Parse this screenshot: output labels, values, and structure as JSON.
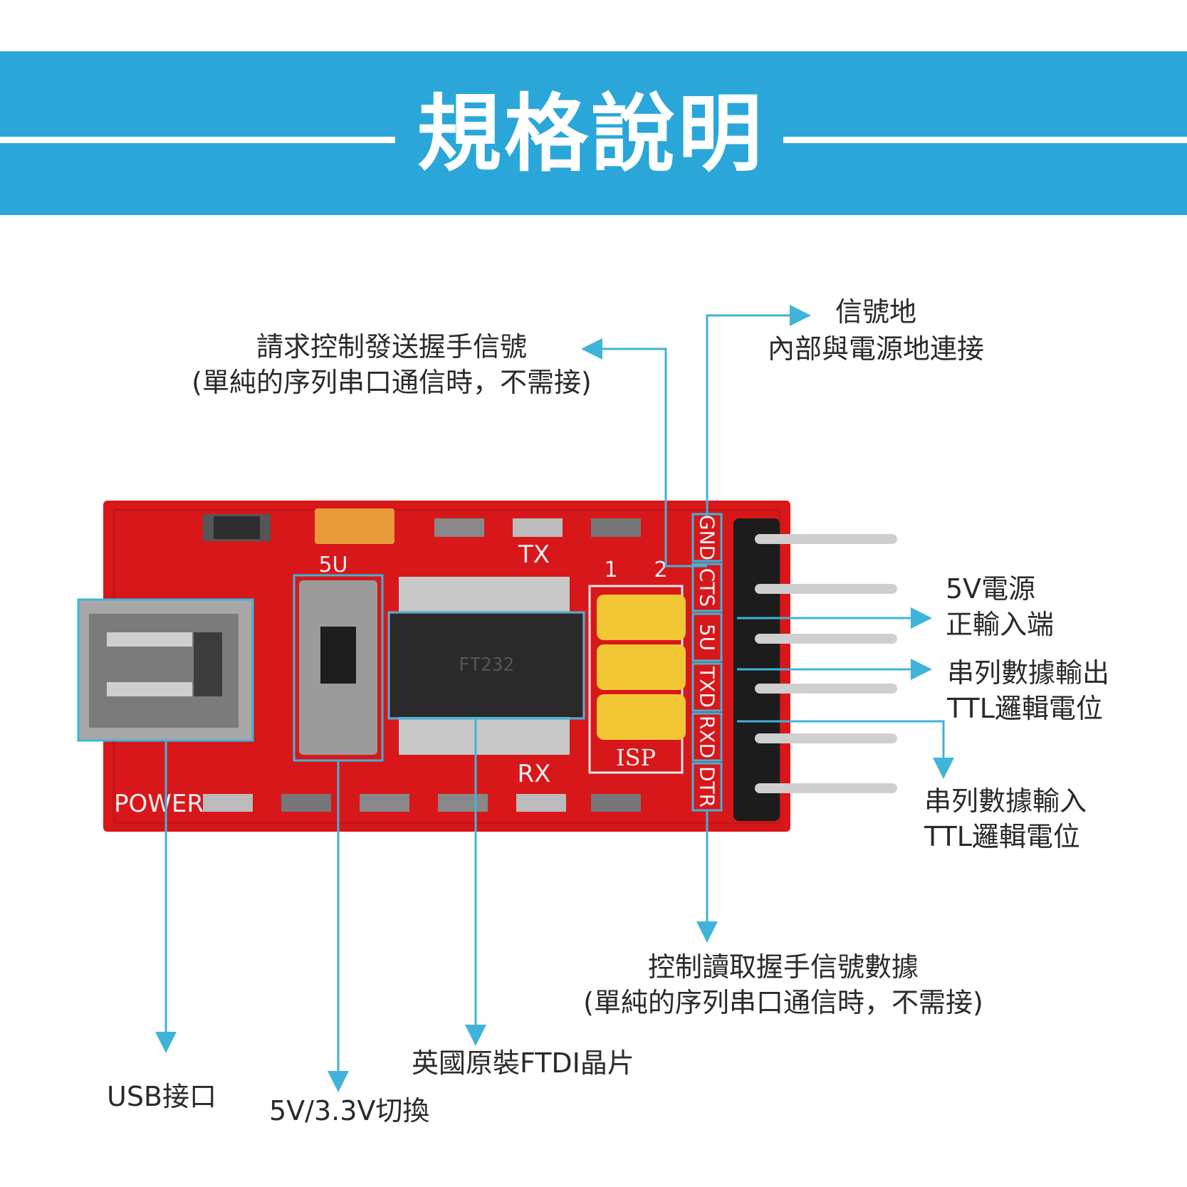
{
  "header": {
    "title": "規格說明"
  },
  "colors": {
    "banner": "#2aa7d8",
    "callout_line": "#3fb4d8",
    "pcb": "#d8171a",
    "text": "#2a2a2a"
  },
  "board": {
    "top_labels": {
      "tx": "TX",
      "rx": "RX",
      "five_v": "5U",
      "power": "POWER",
      "isp": "ISP",
      "jumper_1": "1",
      "jumper_2": "2"
    },
    "pins": [
      "GND",
      "CTS",
      "5U",
      "TXD",
      "RXD",
      "DTR"
    ],
    "chip_marking": "FT232"
  },
  "callouts": {
    "gnd": {
      "line1": "信號地",
      "line2": "內部與電源地連接"
    },
    "cts": {
      "line1": "請求控制發送握手信號",
      "line2": "(單純的序列串口通信時，不需接)"
    },
    "v5": {
      "line1": "5V電源",
      "line2": "正輸入端"
    },
    "txd": {
      "line1": "串列數據輸出",
      "line2": "TTL邏輯電位"
    },
    "rxd": {
      "line1": "串列數據輸入",
      "line2": "TTL邏輯電位"
    },
    "dtr": {
      "line1": "控制讀取握手信號數據",
      "line2": "(單純的序列串口通信時，不需接)"
    },
    "usb": {
      "line1": "USB接口"
    },
    "switch": {
      "line1": "5V/3.3V切換"
    },
    "chip": {
      "line1": "英國原裝FTDI晶片"
    }
  }
}
